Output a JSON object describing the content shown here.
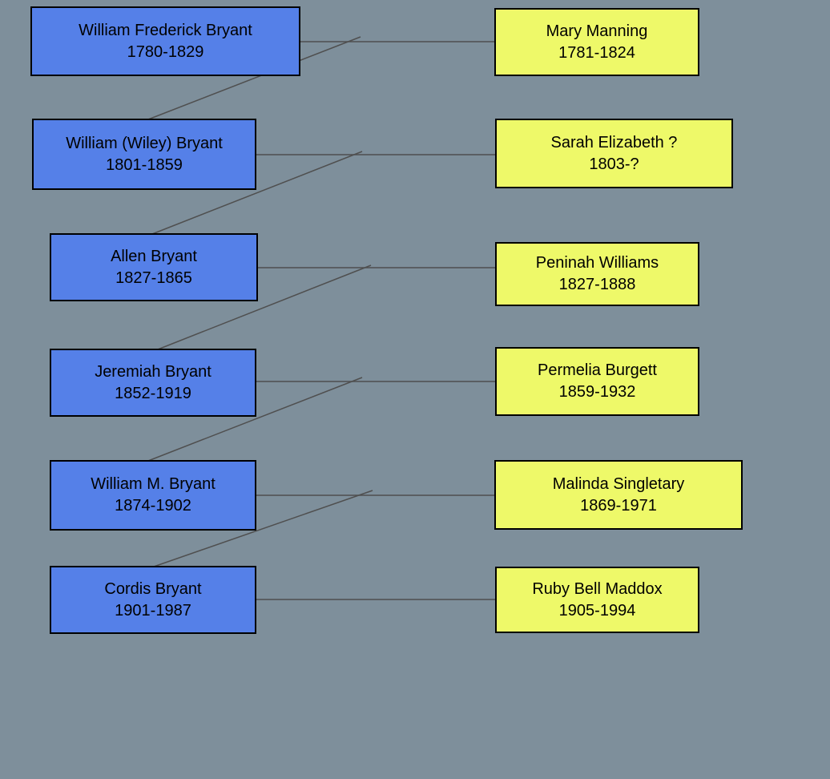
{
  "diagram_type": "family-tree-pedigree",
  "colors": {
    "background": "#7e8f9b",
    "male_box_fill": "#5580e8",
    "female_box_fill": "#eef969",
    "box_border": "#000000",
    "connector_line": "#4f4f4f",
    "text": "#000000"
  },
  "couples": [
    {
      "male": {
        "name": "William Frederick Bryant",
        "years": "1780-1829"
      },
      "female": {
        "name": "Mary Manning",
        "years": "1781-1824"
      }
    },
    {
      "male": {
        "name": "William (Wiley) Bryant",
        "years": "1801-1859"
      },
      "female": {
        "name": "Sarah Elizabeth ?",
        "years": "1803-?"
      }
    },
    {
      "male": {
        "name": "Allen Bryant",
        "years": "1827-1865"
      },
      "female": {
        "name": "Peninah Williams",
        "years": "1827-1888"
      }
    },
    {
      "male": {
        "name": "Jeremiah Bryant",
        "years": "1852-1919"
      },
      "female": {
        "name": "Permelia Burgett",
        "years": "1859-1932"
      }
    },
    {
      "male": {
        "name": "William M. Bryant",
        "years": "1874-1902"
      },
      "female": {
        "name": "Malinda Singletary",
        "years": "1869-1971"
      }
    },
    {
      "male": {
        "name": "Cordis Bryant",
        "years": "1901-1987"
      },
      "female": {
        "name": "Ruby Bell Maddox",
        "years": "1905-1994"
      }
    }
  ]
}
